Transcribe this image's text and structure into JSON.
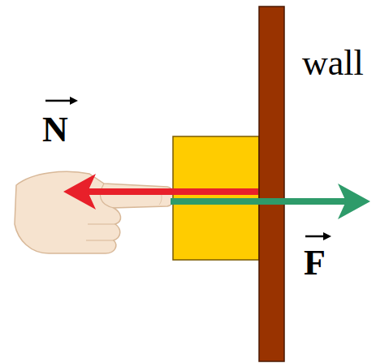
{
  "diagram": {
    "labels": [
      "wall",
      "N",
      "F"
    ]
  }
}
